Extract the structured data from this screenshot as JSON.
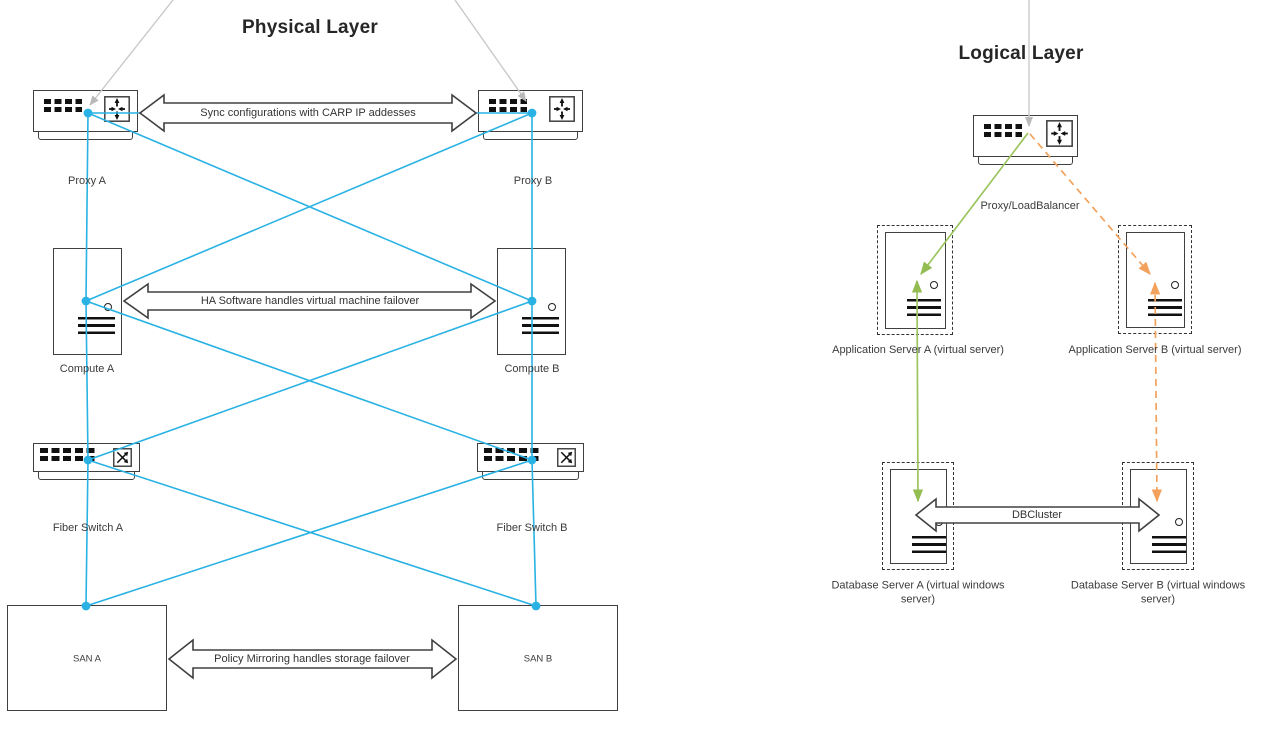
{
  "diagram": {
    "physical": {
      "title": "Physical Layer",
      "nodes": {
        "proxy_a": "Proxy A",
        "proxy_b": "Proxy B",
        "compute_a": "Compute A",
        "compute_b": "Compute B",
        "fiber_switch_a": "Fiber Switch A",
        "fiber_switch_b": "Fiber Switch B",
        "san_a": "SAN A",
        "san_b": "SAN B"
      },
      "arrows": {
        "sync": "Sync configurations with CARP IP addesses",
        "ha": "HA Software handles virtual machine failover",
        "policy": "Policy Mirroring handles storage failover"
      }
    },
    "logical": {
      "title": "Logical Layer",
      "nodes": {
        "load_balancer": "Proxy/LoadBalancer",
        "app_server_a": "Application Server A (virtual server)",
        "app_server_b": "Application Server B (virtual server)",
        "db_server_a": "Database Server A (virtual windows server)",
        "db_server_b": "Database Server B (virtual windows server)"
      },
      "arrows": {
        "dbcluster": "DBCluster"
      }
    },
    "colors": {
      "link": "#29b2e3",
      "primary_path": "#93bd51",
      "secondary_path": "#f2a25c",
      "external_link": "#c9c9c9",
      "outline": "#404040"
    }
  }
}
